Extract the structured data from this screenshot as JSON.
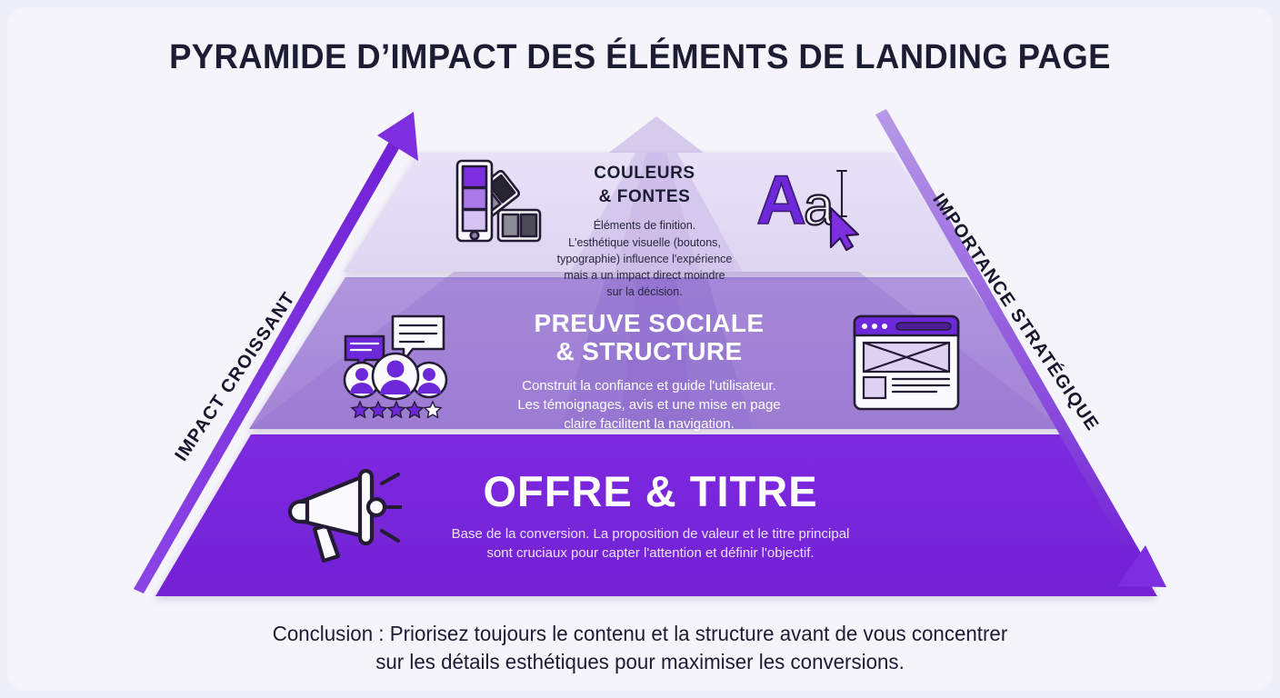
{
  "title": "PYRAMIDE D’IMPACT DES ÉLÉMENTS DE LANDING PAGE",
  "axes": {
    "left_label": "IMPACT CROISSANT",
    "right_label": "IMPORTANCE STRATÉGIQUE"
  },
  "tiers": [
    {
      "id": "tier-top",
      "level": 1,
      "heading": "COULEURS\n& FONTES",
      "heading_lines": [
        "COULEURS",
        "& FONTES"
      ],
      "body": "Éléments de finition. L'esthétique visuelle (boutons, typographie) influence l'expérience mais a un impact direct moindre sur la décision.",
      "body_lines": [
        "Éléments de finition.",
        "L'esthétique visuelle (boutons,",
        "typographie) influence l'expérience",
        "mais a un impact direct moindre",
        "sur la décision."
      ],
      "fill": "#e5dff5",
      "inner_fill": "#d5c9ec",
      "text_color": "#1c1c33",
      "icons": [
        "color-palette-icon",
        "typography-icon"
      ]
    },
    {
      "id": "tier-middle",
      "level": 2,
      "heading": "PREUVE SOCIALE\n& STRUCTURE",
      "heading_lines": [
        "PREUVE SOCIALE",
        "& STRUCTURE"
      ],
      "body": "Construit la confiance et guide l'utilisateur. Les témoignages, avis et une mise en page claire facilitent la navigation.",
      "body_lines": [
        "Construit la confiance et guide l'utilisateur.",
        "Les témoignages, avis et une mise en page",
        "claire facilitent la navigation."
      ],
      "fill": "#a98bd9",
      "inner_fill": "#9b79d2",
      "text_color": "#ffffff",
      "icons": [
        "reviews-icon",
        "wireframe-icon"
      ]
    },
    {
      "id": "tier-bottom",
      "level": 3,
      "heading": "OFFRE & TITRE",
      "heading_lines": [
        "OFFRE & TITRE"
      ],
      "body": "Base de la conversion. La proposition de valeur et le titre principal sont cruciaux pour capter l'attention et définir l'objectif.",
      "body_lines": [
        "Base de la conversion. La proposition de valeur et le titre principal",
        "sont cruciaux pour capter l'attention et définir l'objectif."
      ],
      "fill": "#7a26dd",
      "inner_fill": "#7a26dd",
      "text_color": "#ffffff",
      "icons": [
        "megaphone-icon"
      ]
    }
  ],
  "conclusion": {
    "line1": "Conclusion : Priorisez toujours le contenu et la structure avant de vous concentrer",
    "line2": "sur les détails esthétiques pour maximiser les conversions."
  },
  "rating": {
    "stars_total": 5,
    "stars_filled": 4
  },
  "colors": {
    "background": "#f5f4fb",
    "title_text": "#1c1c33",
    "arrow_purple": "#7d2fe0",
    "tier_top": "#e5dff5",
    "tier_middle": "#a98bd9",
    "tier_bottom": "#7a26dd",
    "icon_outline": "#241c35",
    "icon_purple": "#6d28d9"
  }
}
